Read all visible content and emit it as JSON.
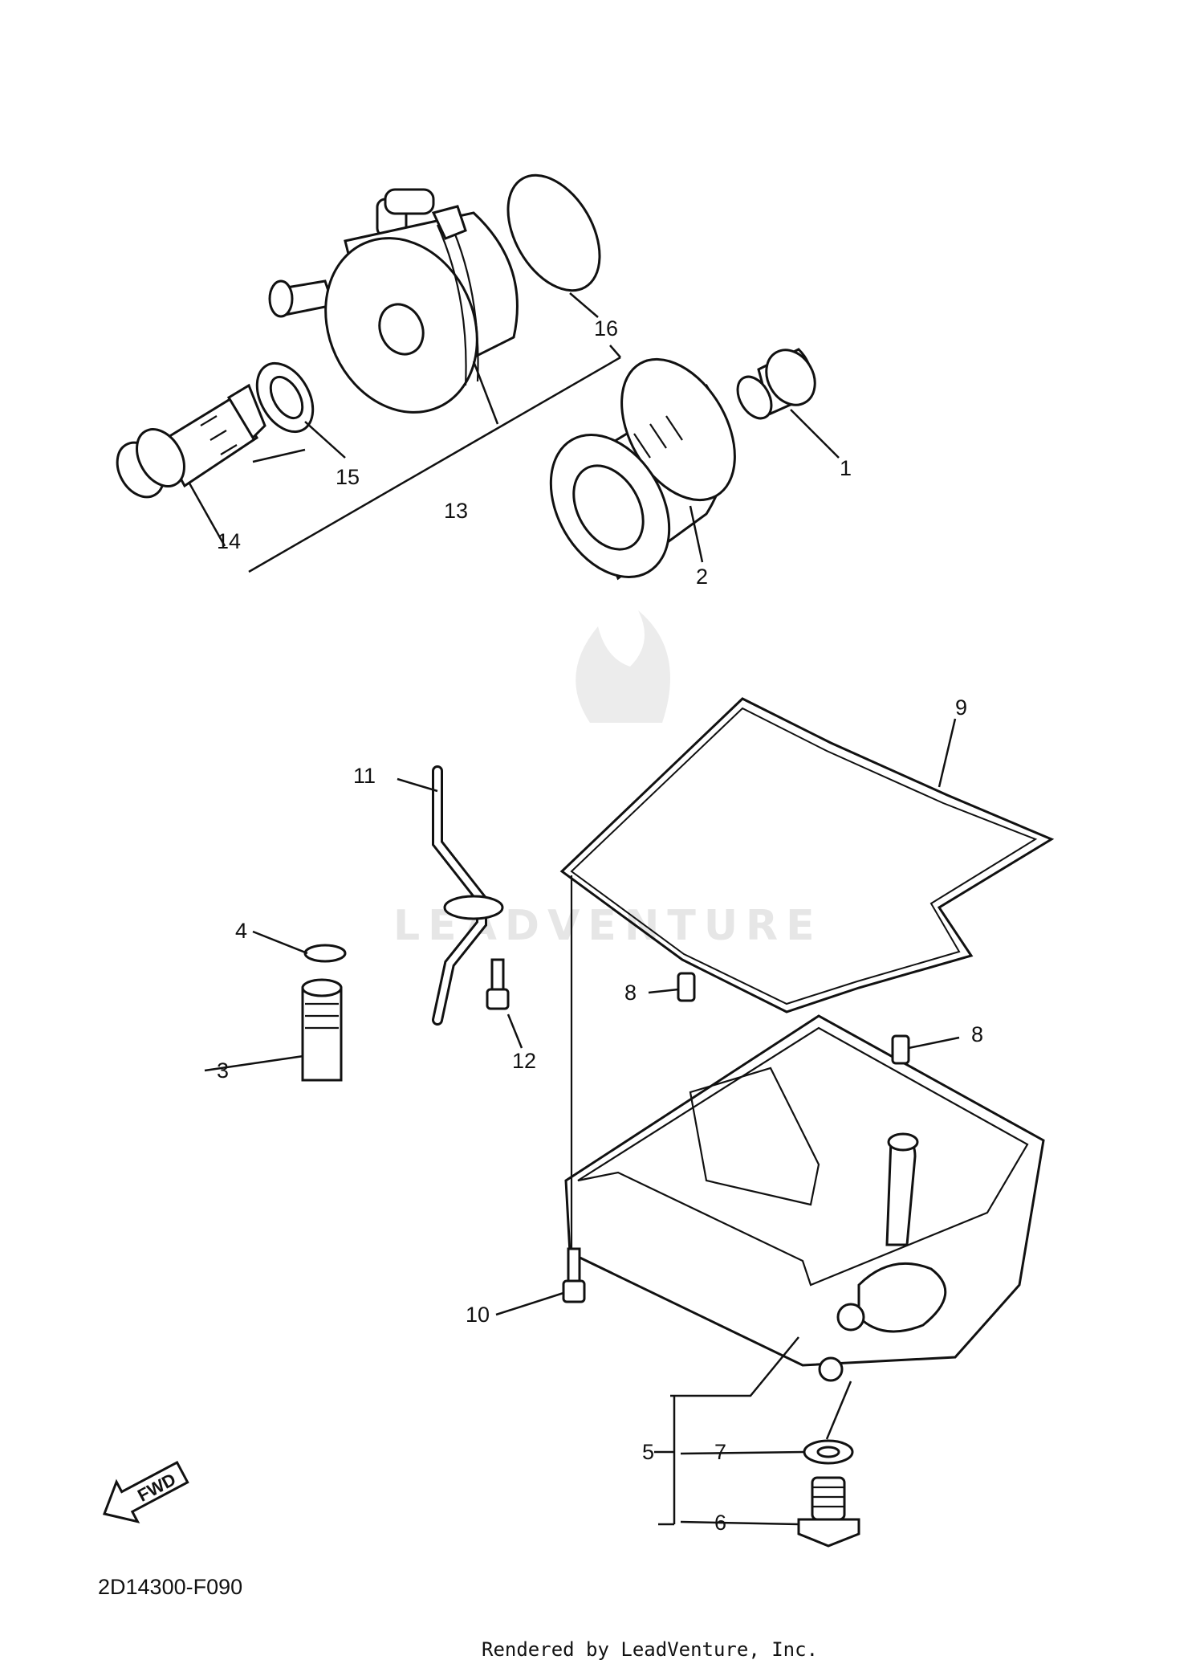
{
  "diagram": {
    "code": "2D14300-F090",
    "credit": "Rendered by LeadVenture, Inc.",
    "watermark": "LEADVENTURE",
    "fwd_label": "FWD",
    "callouts": {
      "p1": "1",
      "p2": "2",
      "p3": "3",
      "p4": "4",
      "p5": "5",
      "p6": "6",
      "p7": "7",
      "p8a": "8",
      "p8b": "8",
      "p9": "9",
      "p10": "10",
      "p11": "11",
      "p12": "12",
      "p13": "13",
      "p14": "14",
      "p15": "15",
      "p16": "16"
    }
  }
}
